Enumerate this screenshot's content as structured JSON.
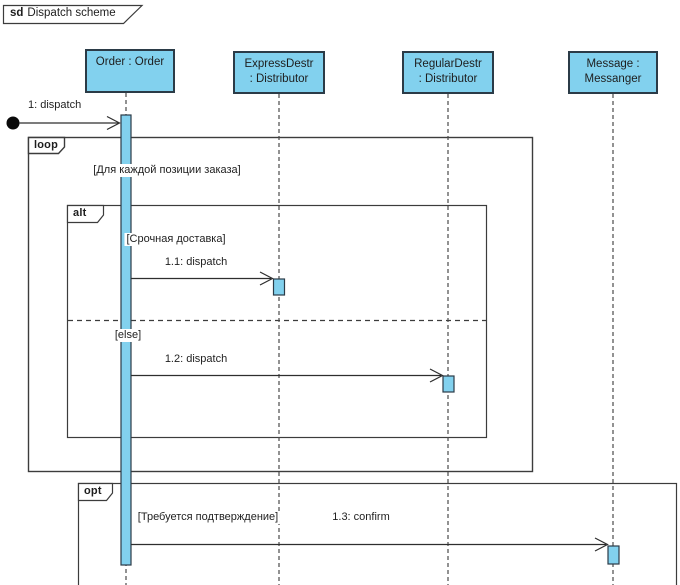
{
  "frame": {
    "keyword": "sd",
    "name": "Dispatch scheme"
  },
  "colors": {
    "shape_fill": "#82d1ee",
    "shape_border": "#2b3b47",
    "frame_border": "#3c3c3c",
    "line": "#2e2e2e",
    "lifeline_dash": "#4a4a4a"
  },
  "lifelines": [
    {
      "id": "order",
      "line1": "Order : Order",
      "line2": ""
    },
    {
      "id": "expressdestr",
      "line1": "ExpressDestr",
      "line2": ": Distributor"
    },
    {
      "id": "regulardestr",
      "line1": "RegularDestr",
      "line2": ": Distributor"
    },
    {
      "id": "message",
      "line1": "Message :",
      "line2": "Messanger"
    }
  ],
  "fragments": [
    {
      "operator": "loop",
      "guard": "[Для каждой позиции заказа]"
    },
    {
      "operator": "alt",
      "guard_if": "[Срочная доставка]",
      "guard_else": "[else]"
    },
    {
      "operator": "opt",
      "guard": "[Требуется подтверждение]"
    }
  ],
  "messages": [
    {
      "label": "1: dispatch"
    },
    {
      "label": "1.1: dispatch"
    },
    {
      "label": "1.2: dispatch"
    },
    {
      "label": "1.3: confirm"
    }
  ]
}
